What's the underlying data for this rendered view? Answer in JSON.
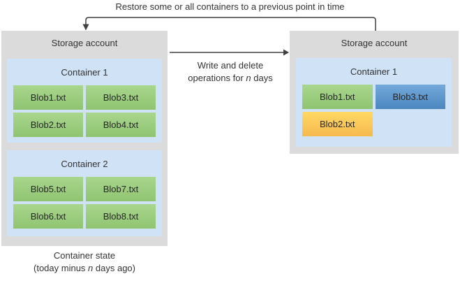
{
  "colors": {
    "canvas_bg": "#ffffff",
    "account_bg": "#dbdbdb",
    "container_bg": "#cfe2f6",
    "arrow": "#404040",
    "text": "#2e2e2e",
    "blob_green_top": "#a9d68d",
    "blob_green_bottom": "#8fc471",
    "blob_yellow_top": "#ffd964",
    "blob_yellow_bottom": "#f6b94e",
    "blob_blue_top": "#74a9da",
    "blob_blue_bottom": "#4c87c0"
  },
  "restore_arrow": {
    "label": "Restore some or all containers to a previous point in time"
  },
  "write_arrow": {
    "line1": "Write and delete",
    "line2_pre": "operations for ",
    "n": "n",
    "line2_post": " days"
  },
  "left_account": {
    "title": "Storage account",
    "containers": [
      {
        "title": "Container 1",
        "blobs": [
          {
            "label": "Blob1.txt",
            "color": "green"
          },
          {
            "label": "Blob3.txt",
            "color": "green"
          },
          {
            "label": "Blob2.txt",
            "color": "green"
          },
          {
            "label": "Blob4.txt",
            "color": "green"
          }
        ]
      },
      {
        "title": "Container 2",
        "blobs": [
          {
            "label": "Blob5.txt",
            "color": "green"
          },
          {
            "label": "Blob7.txt",
            "color": "green"
          },
          {
            "label": "Blob6.txt",
            "color": "green"
          },
          {
            "label": "Blob8.txt",
            "color": "green"
          }
        ]
      }
    ],
    "caption": {
      "line1": "Container state",
      "line2_pre": "(today minus ",
      "n": "n",
      "line2_post": " days ago)"
    }
  },
  "right_account": {
    "title": "Storage account",
    "containers": [
      {
        "title": "Container 1",
        "blobs": [
          {
            "label": "Blob1.txt",
            "color": "green"
          },
          {
            "label": "Blob3.txt",
            "color": "blue"
          },
          {
            "label": "Blob2.txt",
            "color": "yellow"
          }
        ]
      }
    ]
  }
}
